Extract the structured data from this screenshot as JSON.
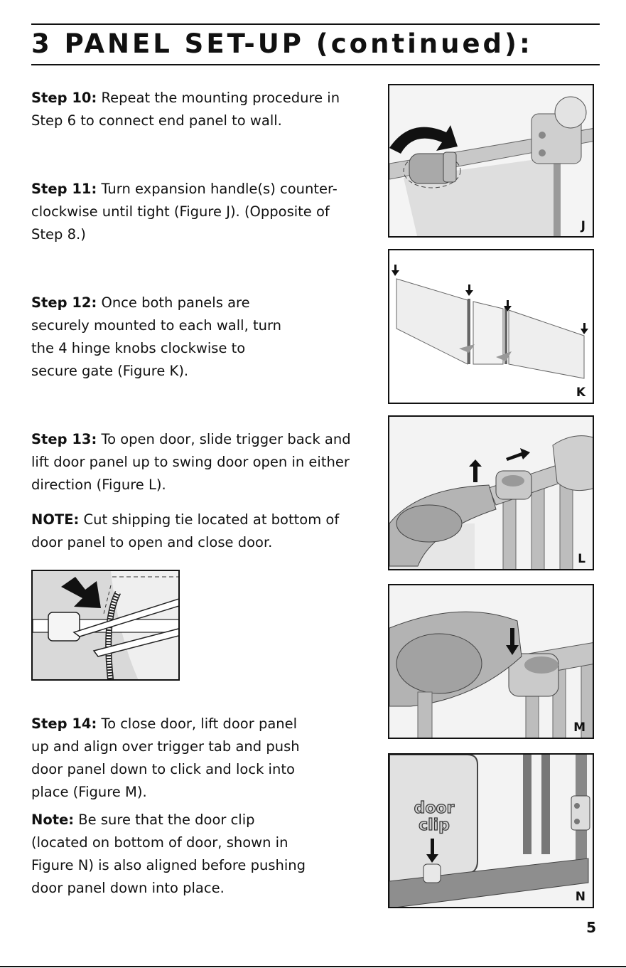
{
  "page": {
    "title": "3 PANEL SET-UP (continued):",
    "page_number": "5"
  },
  "steps": [
    {
      "label": "Step 10:",
      "text": " Repeat the mounting procedure in Step 6 to connect end panel to wall."
    },
    {
      "label": "Step 11:",
      "text": " Turn expansion handle(s) counter-clockwise until tight (Figure J). (Opposite of Step 8.)"
    },
    {
      "label": "Step 12:",
      "text": " Once both panels are securely mounted to each wall, turn the 4 hinge knobs clockwise to secure gate (Figure K)."
    },
    {
      "label": "Step 13:",
      "text": " To open door, slide trigger back and lift door panel up to swing door open in either direction (Figure L)."
    },
    {
      "label": "Step 14:",
      "text": " To close door, lift door panel up and align over trigger tab and push door panel down to click and lock into place (Figure M)."
    }
  ],
  "notes": [
    {
      "label": "NOTE:",
      "text": " Cut shipping tie located at bottom of door panel to open and close door."
    },
    {
      "label": "Note:",
      "text": " Be sure that the door clip (located on bottom of door, shown in Figure N) is also aligned before pushing door panel down into place."
    }
  ],
  "figures": {
    "j": {
      "letter": "J"
    },
    "k": {
      "letter": "K"
    },
    "l": {
      "letter": "L"
    },
    "m": {
      "letter": "M"
    },
    "n": {
      "letter": "N",
      "label_line1": "door",
      "label_line2": "clip"
    }
  },
  "colors": {
    "ink": "#111111",
    "plastic": "#bdbdbd",
    "mesh": "#e6e6e6",
    "background": "#ffffff"
  }
}
